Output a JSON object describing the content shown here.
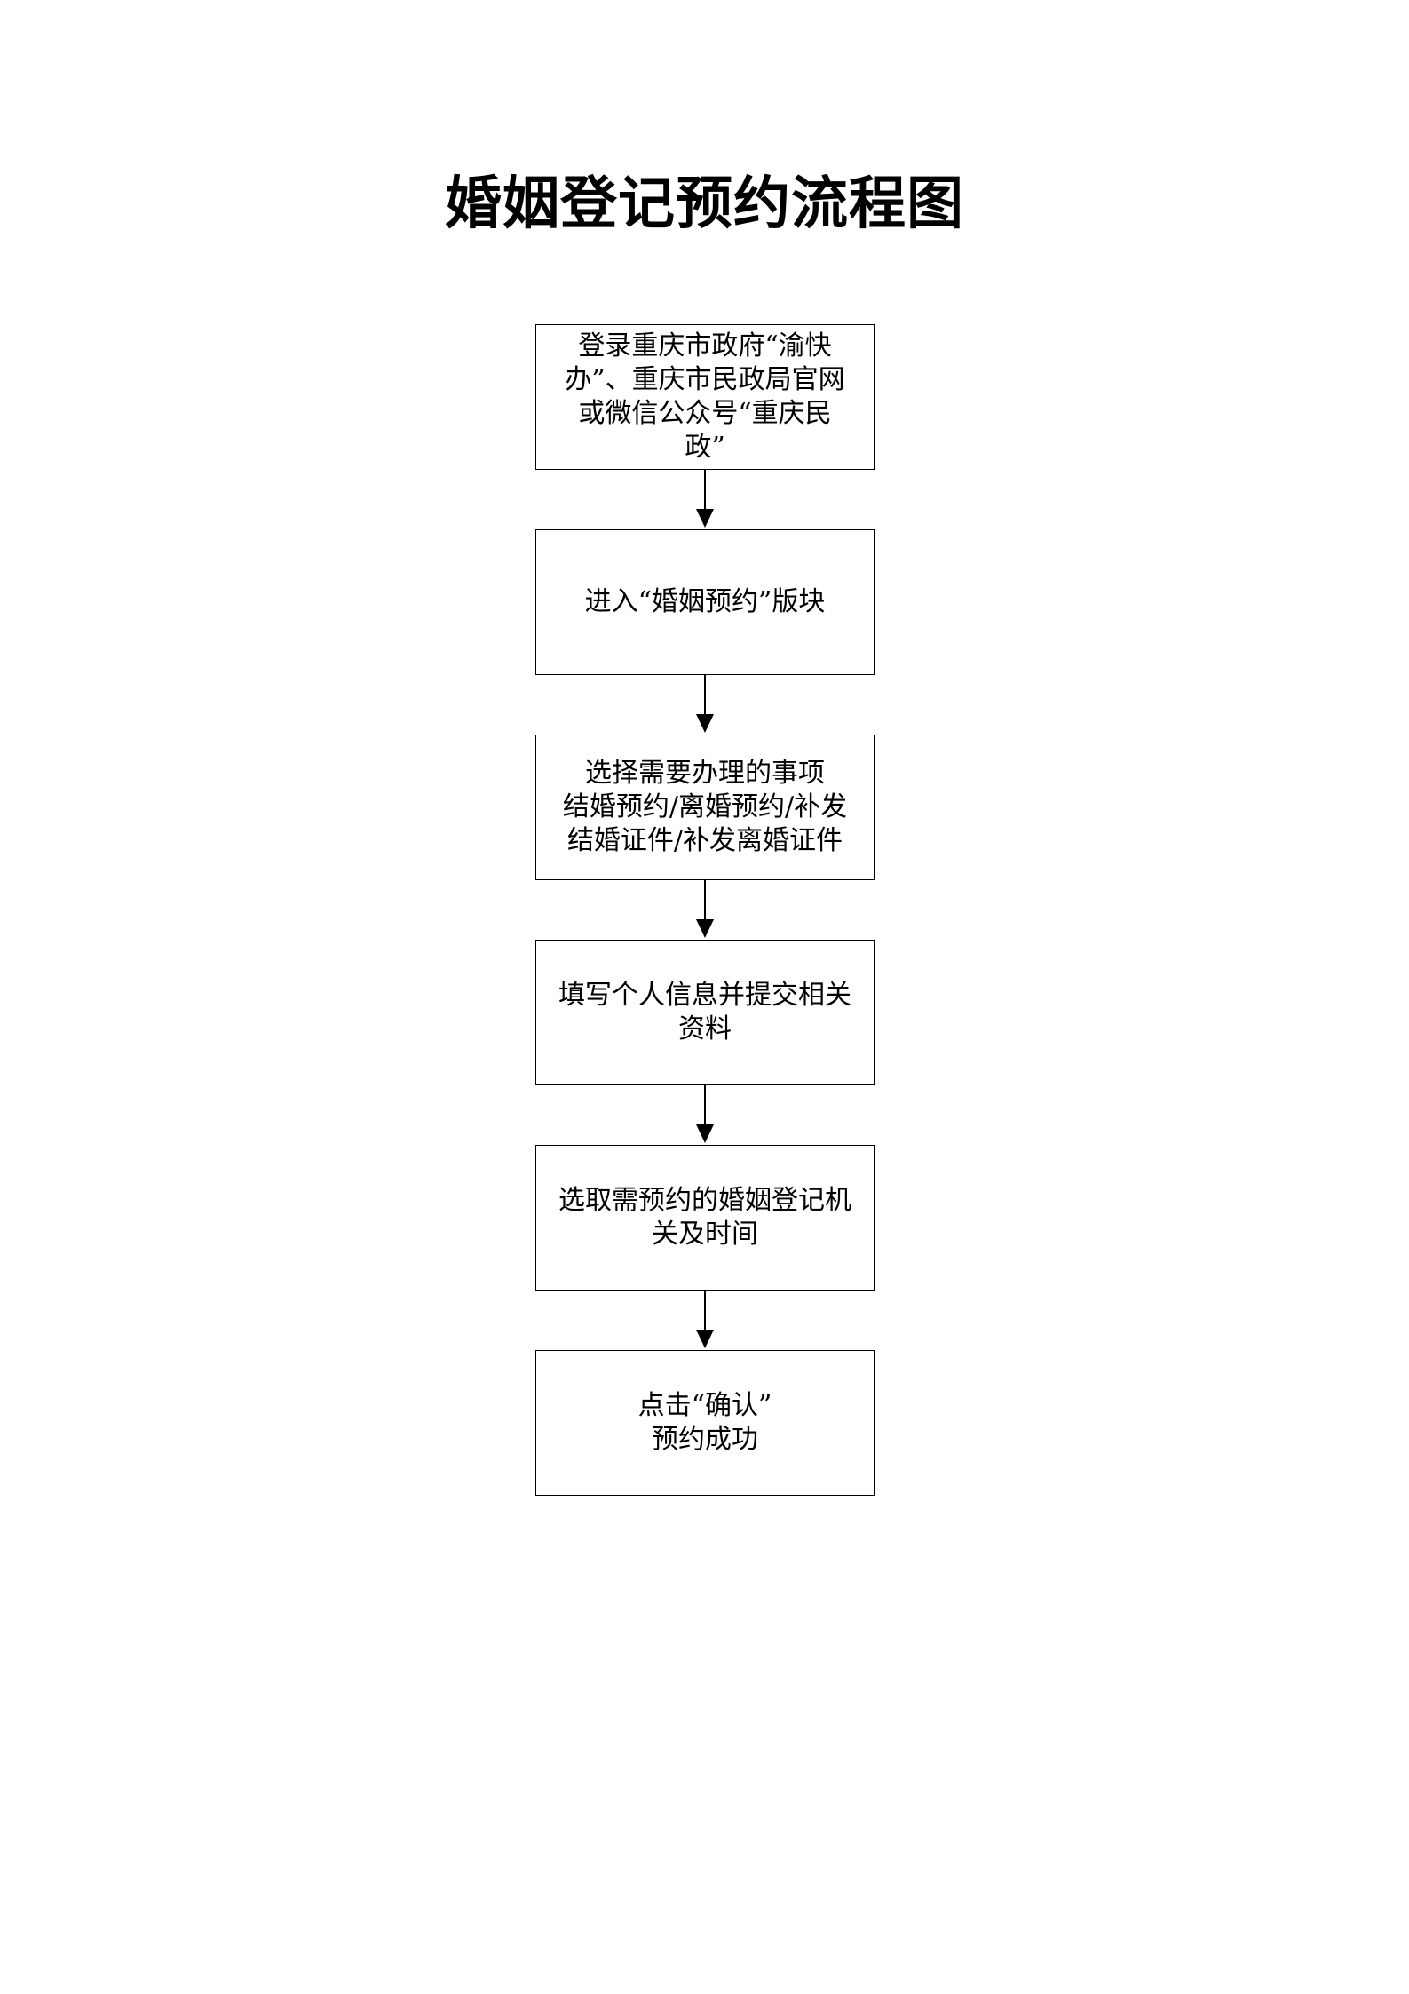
{
  "title": "婚姻登记预约流程图",
  "steps": [
    {
      "lines": [
        "登录重庆市政府“渝快",
        "办”、重庆市民政局官网",
        "或微信公众号“重庆民",
        "政”"
      ]
    },
    {
      "lines": [
        "进入“婚姻预约”版块"
      ]
    },
    {
      "lines": [
        "选择需要办理的事项",
        "结婚预约/离婚预约/补发",
        "结婚证件/补发离婚证件"
      ]
    },
    {
      "lines": [
        "填写个人信息并提交相关",
        "资料"
      ]
    },
    {
      "lines": [
        "选取需预约的婚姻登记机",
        "关及时间"
      ]
    },
    {
      "lines": [
        "点击“确认”",
        "预约成功"
      ]
    }
  ]
}
